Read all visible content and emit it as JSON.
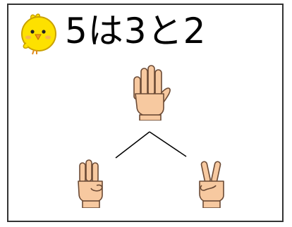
{
  "title": "5は3と2",
  "icons": {
    "mascot": "chick-icon",
    "whole": "open-hand-five-fingers-icon",
    "part_left": "hand-three-fingers-icon",
    "part_right": "hand-two-fingers-peace-icon"
  },
  "colors": {
    "skin": "#f7c9a0",
    "skin_outline": "#6b4a35",
    "chick_body": "#fde100",
    "chick_outline": "#c9a100",
    "line": "#000000",
    "border": "#333333"
  },
  "numbers": {
    "whole": 5,
    "left_part": 3,
    "right_part": 2
  }
}
